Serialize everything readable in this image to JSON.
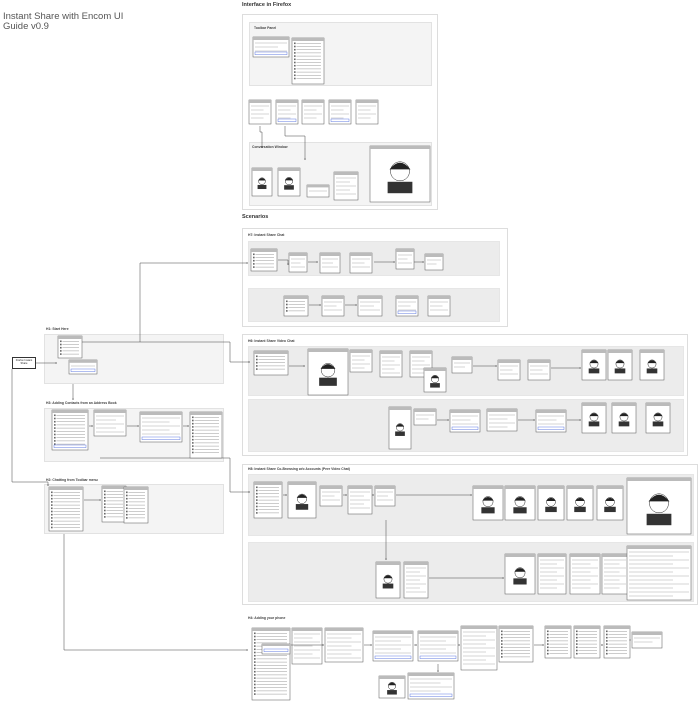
{
  "document": {
    "title_line1": "Instant Share with Encom UI",
    "title_line2": "Guide v0.9"
  },
  "sections": {
    "interface": "Interface in Firefox",
    "scenarios": "Scenarios",
    "toolbar_panel": "Toolbar Panel",
    "conversation_window": "Conversation Window",
    "h1": "H1: Start Here",
    "h3": "H3: Adding Contacts from an Address Book",
    "h2": "H2: Chatting from Toolbar menu",
    "s7": "H7: Instant Share Chat",
    "s6": "H6: Instant Share Video Chat",
    "s8": "H8: Instant Share Co-Browsing w/o Accounts (Peer Video Chat)",
    "s4": "H4: Adding your phone"
  },
  "start_box": {
    "line1": "Firefox Instant",
    "line2": "Share"
  },
  "colors": {
    "panel_bg": "#f4f4f4",
    "lane_bg": "#ececec",
    "line": "#444444",
    "accent": "#3b5bdb"
  }
}
